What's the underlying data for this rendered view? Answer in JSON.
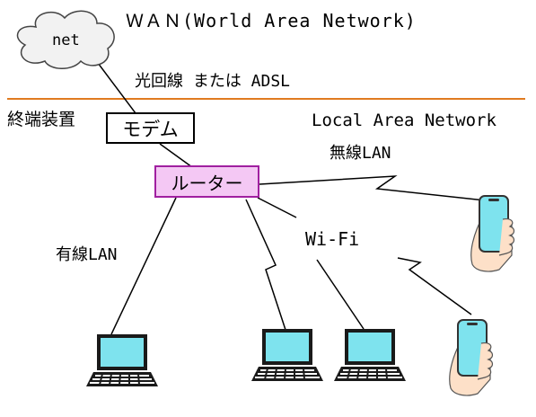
{
  "labels": {
    "wan_title": "ＷＡＮ(World Area Network)",
    "cloud": "net",
    "line_type": "光回線 または ADSL",
    "terminal_device": "終端装置",
    "modem": "モデム",
    "lan_title": "Local Area Network",
    "wireless_lan": "無線LAN",
    "router": "ルーター",
    "wired_lan": "有線LAN",
    "wifi": "Wi-Fi"
  },
  "colors": {
    "router_fill": "#f4c8f4",
    "router_border": "#a020a0",
    "divider": "#e07b20",
    "screen": "#7ee3ee",
    "cloud_fill": "#f2f2f2",
    "skin": "#fde0c8"
  },
  "icons": {
    "cloud": "cloud-icon",
    "laptop": "laptop-icon",
    "smartphone": "smartphone-hand-icon"
  }
}
